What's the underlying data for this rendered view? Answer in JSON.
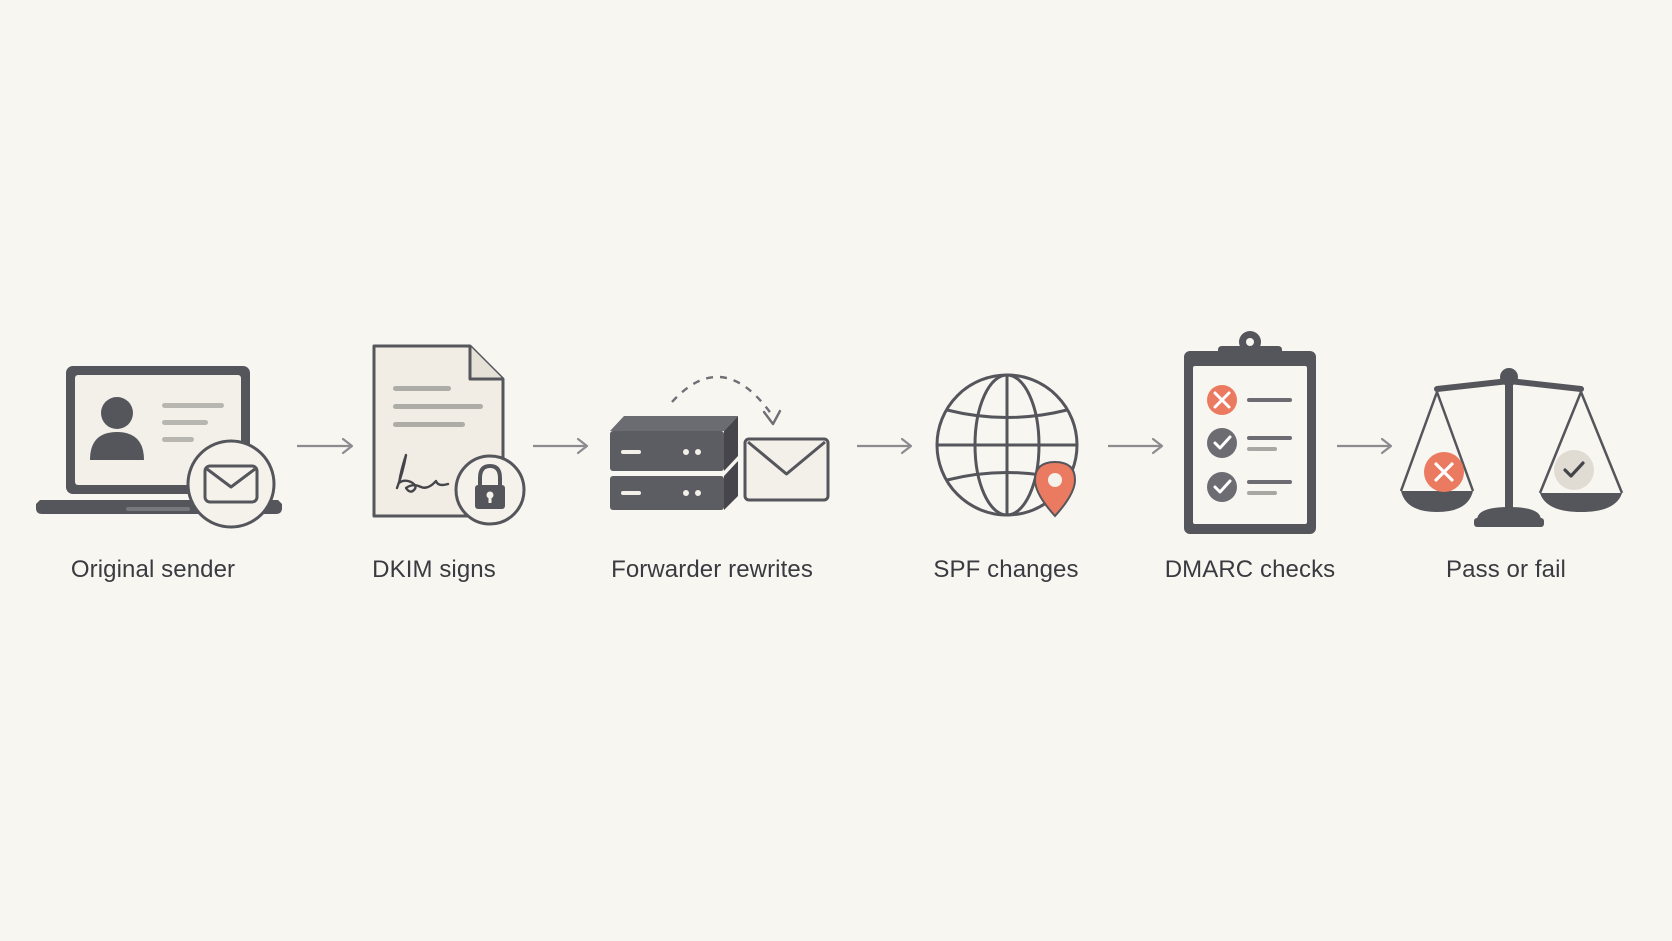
{
  "diagram": {
    "steps": [
      {
        "label": "Original sender",
        "icon": "laptop-envelope-icon"
      },
      {
        "label": "DKIM signs",
        "icon": "signed-document-lock-icon"
      },
      {
        "label": "Forwarder rewrites",
        "icon": "server-forward-envelope-icon"
      },
      {
        "label": "SPF changes",
        "icon": "globe-location-pin-icon"
      },
      {
        "label": "DMARC checks",
        "icon": "clipboard-checklist-icon"
      },
      {
        "label": "Pass or fail",
        "icon": "balance-scale-icon"
      }
    ],
    "connector_icon": "arrow-right-icon"
  },
  "colors": {
    "background": "#f8f6f1",
    "icon_dark": "#55555c",
    "icon_fill_light": "#f1ede4",
    "accent_red": "#ea7a60",
    "check_gray": "#6c6c72",
    "text": "#3a3b40"
  }
}
